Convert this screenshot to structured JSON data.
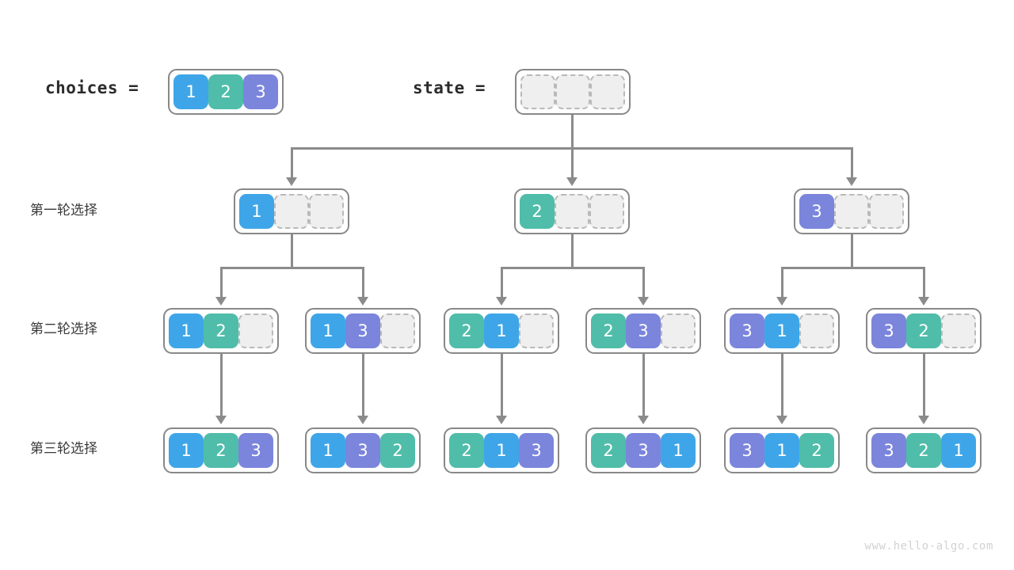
{
  "diagram": {
    "title_labels": {
      "choices": "choices =",
      "state": "state ="
    },
    "row_labels": [
      "第一轮选择",
      "第二轮选择",
      "第三轮选择"
    ],
    "watermark": "www.hello-algo.com",
    "colors": {
      "blue": "#3ea6e8",
      "green": "#4fbda9",
      "purple": "#7b85dc",
      "connector": "#8b8b8b",
      "empty_fill": "#efefef",
      "empty_border": "#b9b9b9",
      "array_border": "#888888",
      "background": "#ffffff"
    },
    "legend": {
      "1": "blue",
      "2": "green",
      "3": "purple"
    }
  },
  "choices_array": {
    "cells": [
      {
        "value": "1",
        "color": "blue"
      },
      {
        "value": "2",
        "color": "green"
      },
      {
        "value": "3",
        "color": "purple"
      }
    ]
  },
  "state_array": {
    "cells": [
      {
        "value": "",
        "color": "empty"
      },
      {
        "value": "",
        "color": "empty"
      },
      {
        "value": "",
        "color": "empty"
      }
    ]
  },
  "round1": [
    {
      "cells": [
        {
          "value": "1",
          "color": "blue"
        },
        {
          "value": "",
          "color": "empty"
        },
        {
          "value": "",
          "color": "empty"
        }
      ]
    },
    {
      "cells": [
        {
          "value": "2",
          "color": "green"
        },
        {
          "value": "",
          "color": "empty"
        },
        {
          "value": "",
          "color": "empty"
        }
      ]
    },
    {
      "cells": [
        {
          "value": "3",
          "color": "purple"
        },
        {
          "value": "",
          "color": "empty"
        },
        {
          "value": "",
          "color": "empty"
        }
      ]
    }
  ],
  "round2": [
    {
      "cells": [
        {
          "value": "1",
          "color": "blue"
        },
        {
          "value": "2",
          "color": "green"
        },
        {
          "value": "",
          "color": "empty"
        }
      ]
    },
    {
      "cells": [
        {
          "value": "1",
          "color": "blue"
        },
        {
          "value": "3",
          "color": "purple"
        },
        {
          "value": "",
          "color": "empty"
        }
      ]
    },
    {
      "cells": [
        {
          "value": "2",
          "color": "green"
        },
        {
          "value": "1",
          "color": "blue"
        },
        {
          "value": "",
          "color": "empty"
        }
      ]
    },
    {
      "cells": [
        {
          "value": "2",
          "color": "green"
        },
        {
          "value": "3",
          "color": "purple"
        },
        {
          "value": "",
          "color": "empty"
        }
      ]
    },
    {
      "cells": [
        {
          "value": "3",
          "color": "purple"
        },
        {
          "value": "1",
          "color": "blue"
        },
        {
          "value": "",
          "color": "empty"
        }
      ]
    },
    {
      "cells": [
        {
          "value": "3",
          "color": "purple"
        },
        {
          "value": "2",
          "color": "green"
        },
        {
          "value": "",
          "color": "empty"
        }
      ]
    }
  ],
  "round3": [
    {
      "cells": [
        {
          "value": "1",
          "color": "blue"
        },
        {
          "value": "2",
          "color": "green"
        },
        {
          "value": "3",
          "color": "purple"
        }
      ]
    },
    {
      "cells": [
        {
          "value": "1",
          "color": "blue"
        },
        {
          "value": "3",
          "color": "purple"
        },
        {
          "value": "2",
          "color": "green"
        }
      ]
    },
    {
      "cells": [
        {
          "value": "2",
          "color": "green"
        },
        {
          "value": "1",
          "color": "blue"
        },
        {
          "value": "3",
          "color": "purple"
        }
      ]
    },
    {
      "cells": [
        {
          "value": "2",
          "color": "green"
        },
        {
          "value": "3",
          "color": "purple"
        },
        {
          "value": "1",
          "color": "blue"
        }
      ]
    },
    {
      "cells": [
        {
          "value": "3",
          "color": "purple"
        },
        {
          "value": "1",
          "color": "blue"
        },
        {
          "value": "2",
          "color": "green"
        }
      ]
    },
    {
      "cells": [
        {
          "value": "3",
          "color": "purple"
        },
        {
          "value": "2",
          "color": "green"
        },
        {
          "value": "1",
          "color": "blue"
        }
      ]
    }
  ]
}
